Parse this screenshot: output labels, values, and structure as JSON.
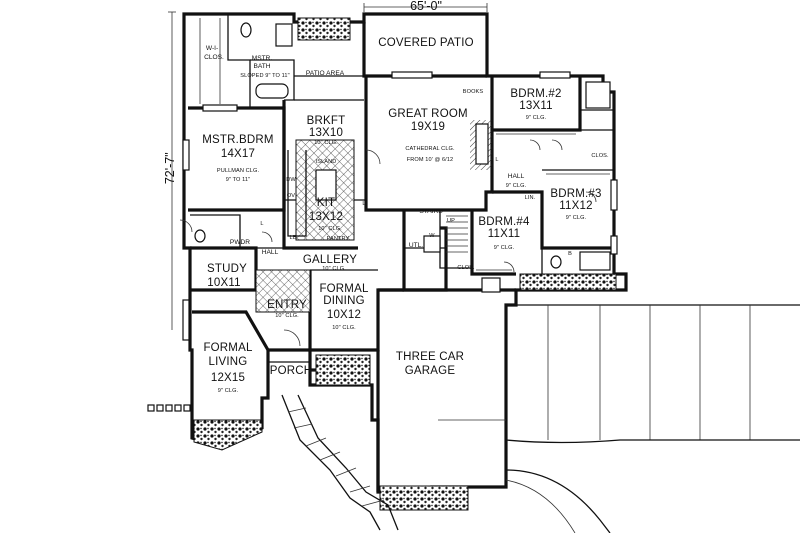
{
  "overall_width": "65'-0\"",
  "overall_depth": "72'-7\"",
  "rooms": {
    "covered_patio": {
      "name": "COVERED PATIO"
    },
    "patio_area": {
      "name": "PATIO AREA"
    },
    "wi_clos": {
      "name": "W-I-\nCLOS.",
      "line1": "W-I-",
      "line2": "CLOS."
    },
    "mstr_bath": {
      "line1": "MSTR.",
      "line2": "BATH",
      "ceiling": "SLOPED 9\" TO 11\""
    },
    "mstr_bdrm": {
      "name": "MSTR.BDRM",
      "size": "14X17",
      "ceiling1": "PULLMAN CLG.",
      "ceiling2": "9\" TO 11\""
    },
    "brkft": {
      "name": "BRKFT",
      "size": "13X10",
      "ceiling": "10\" CLG."
    },
    "island": {
      "name": "ISLAND"
    },
    "kit": {
      "name": "KIT",
      "size": "13X12",
      "ceiling": "10\" CLG."
    },
    "pantry": {
      "name": "PANTRY"
    },
    "great_room": {
      "name": "GREAT ROOM",
      "size": "19X19",
      "ceiling1": "CATHEDRAL CLG.",
      "ceiling2": "FROM 10' @ 6/12"
    },
    "books": {
      "name": "BOOKS"
    },
    "bdrm2": {
      "name": "BDRM.#2",
      "size": "13X11",
      "ceiling": "9\" CLG."
    },
    "bdrm3": {
      "name": "BDRM.#3",
      "size": "11X12",
      "ceiling": "9\" CLG."
    },
    "bdrm4": {
      "name": "BDRM.#4",
      "size": "11X11",
      "ceiling": "9\" CLG."
    },
    "hall_right": {
      "name": "HALL",
      "ceiling": "9\" CLG."
    },
    "lin": {
      "name": "LIN."
    },
    "clos_a": {
      "name": "CLOS."
    },
    "clos_b": {
      "name": "CLOS."
    },
    "stairs": {
      "name": "STAIRS",
      "up": "UP"
    },
    "utl": {
      "name": "UTL."
    },
    "pwdr": {
      "name": "PWDR"
    },
    "hall_left": {
      "name": "HALL"
    },
    "study": {
      "name": "STUDY",
      "size": "10X11"
    },
    "gallery": {
      "name": "GALLERY",
      "ceiling": "10\" CLG."
    },
    "entry": {
      "name": "ENTRY",
      "ceiling": "10\" CLG."
    },
    "formal_dining": {
      "line1": "FORMAL",
      "line2": "DINING",
      "size": "10X12",
      "ceiling": "10\" CLG."
    },
    "formal_living": {
      "name": "FORMAL",
      "line2": "LIVING",
      "size": "12X15",
      "ceiling": "9\" CLG."
    },
    "porch": {
      "name": "PORCH"
    },
    "garage": {
      "line1": "THREE CAR",
      "line2": "GARAGE"
    }
  },
  "symbols": {
    "l1": "L",
    "l2": "L",
    "l3": "L",
    "dw": "DW",
    "ov": "OV",
    "w": "W",
    "b": "B",
    "lb": "LB"
  }
}
